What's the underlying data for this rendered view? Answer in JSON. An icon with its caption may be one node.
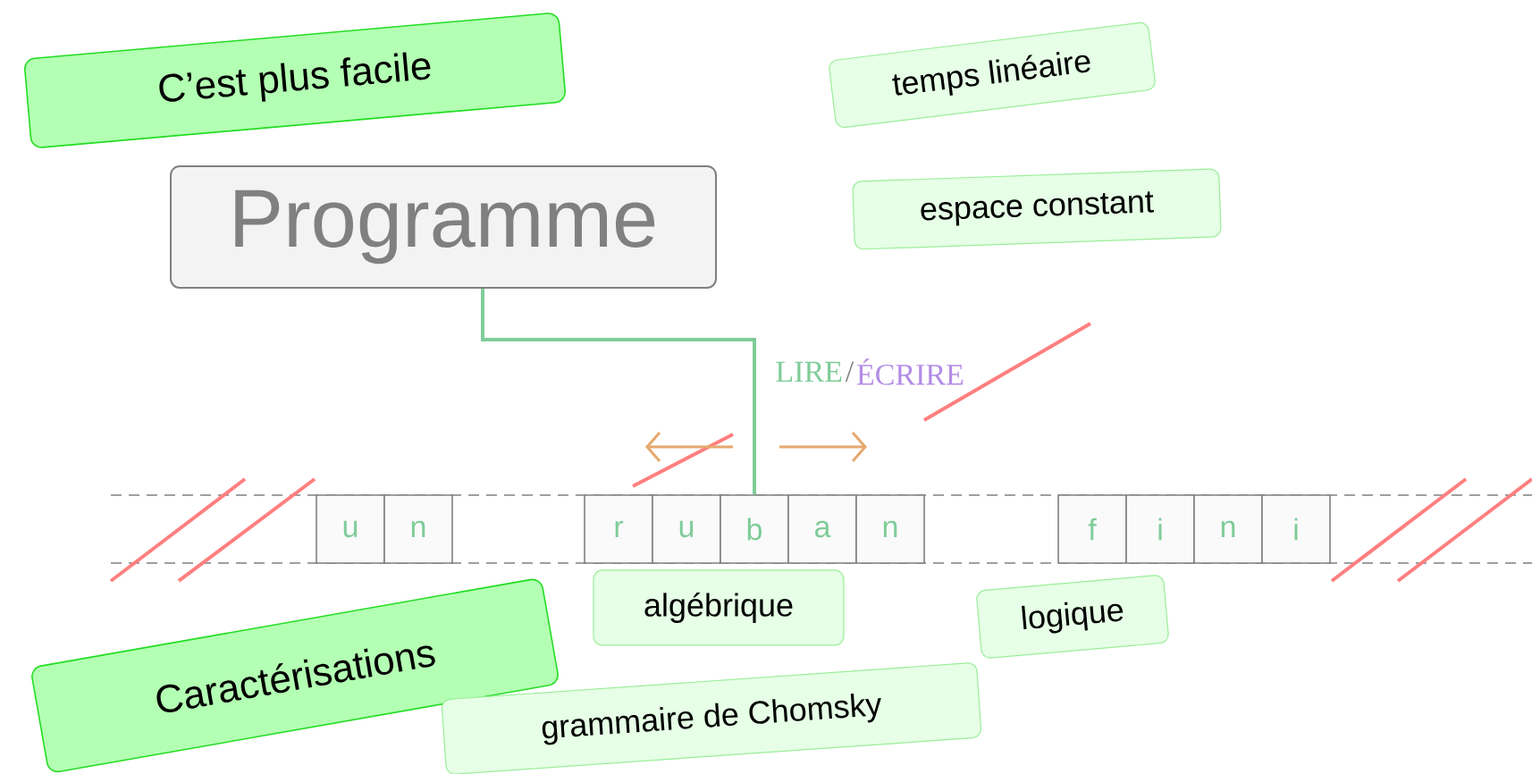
{
  "diagram": {
    "nodes": [
      {
        "text": [
          "C’est plus facile"
        ]
      },
      {
        "text": [
          "temps linéaire"
        ]
      },
      {
        "text": [
          "Programme"
        ]
      },
      {
        "text": [
          "espace constant"
        ]
      },
      {
        "text": [
          "u"
        ]
      },
      {
        "text": [
          "n"
        ]
      },
      {
        "text": [
          "r"
        ]
      },
      {
        "text": [
          "u"
        ]
      },
      {
        "text": [
          "b"
        ]
      },
      {
        "text": [
          "a"
        ]
      },
      {
        "text": [
          "n"
        ]
      },
      {
        "text": [
          "f"
        ]
      },
      {
        "text": [
          "i"
        ]
      },
      {
        "text": [
          "n"
        ]
      },
      {
        "text": [
          "i"
        ]
      },
      {
        "text": [
          "logique"
        ]
      },
      {
        "text": [
          "Caractérisations"
        ]
      },
      {
        "text": [
          "algébrique"
        ]
      },
      {
        "text": [
          "grammaire de Chomsky"
        ]
      }
    ],
    "edges": [
      {
        "from": 2,
        "to": 8,
        "arrow": "none",
        "color": "#7fcc99"
      }
    ],
    "labels": [
      "LIRE",
      "/",
      "ÉCRIRE"
    ]
  }
}
